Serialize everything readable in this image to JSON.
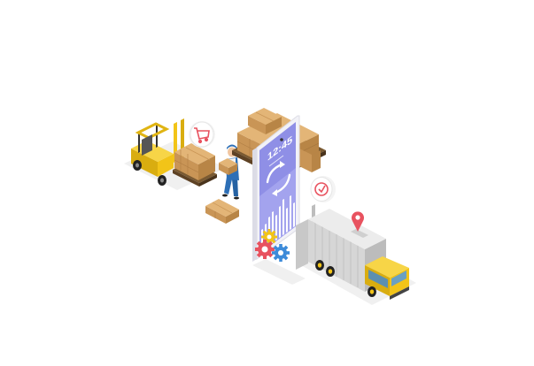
{
  "illustration": {
    "theme": "isometric-logistics-warehouse",
    "phone": {
      "clock_time": "12:45",
      "screen_color": "#8f8fe6",
      "icon": "sync-arrows-icon",
      "chart_bars": [
        8,
        14,
        20,
        26,
        18,
        30,
        36,
        24,
        40,
        28
      ]
    },
    "bubbles": [
      {
        "icon": "shopping-cart-icon",
        "color": "#e8525f"
      },
      {
        "icon": "clock-check-icon",
        "color": "#e8525f"
      }
    ],
    "pin_color": "#e8525f",
    "colors": {
      "yellow": "#f2c418",
      "box": "#e3b577",
      "box_dark": "#c99556",
      "truck_body": "#d9d9d9",
      "worker_blue": "#2d6fb6",
      "gear_red": "#e8525f",
      "gear_blue": "#3d8bd9",
      "gear_yellow": "#f2c418"
    }
  }
}
